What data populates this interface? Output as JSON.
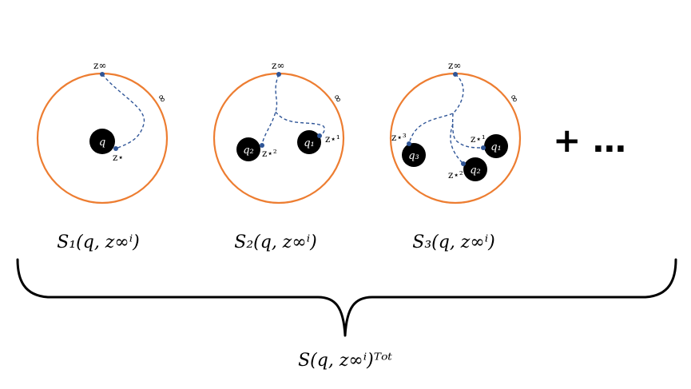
{
  "diagram": {
    "infinity_symbol": "∞",
    "continuation": "+ …",
    "total_label": "S(q, z∞ⁱ)ᵀᵒᵗ",
    "panels": [
      {
        "caption": "S₁(q, z∞ⁱ)",
        "top_point_label": "z∞",
        "infinity_label": "∞",
        "charges": [
          {
            "label": "q",
            "endpoint_label": "z⋆"
          }
        ]
      },
      {
        "caption": "S₂(q, z∞ⁱ)",
        "top_point_label": "z∞",
        "infinity_label": "∞",
        "charges": [
          {
            "label": "q₂",
            "endpoint_label": "z⋆²"
          },
          {
            "label": "q₁",
            "endpoint_label": "z⋆¹"
          }
        ]
      },
      {
        "caption": "S₃(q, z∞ⁱ)",
        "top_point_label": "z∞",
        "infinity_label": "∞",
        "charges": [
          {
            "label": "q₃",
            "endpoint_label": "z⋆³"
          },
          {
            "label": "q₁",
            "endpoint_label": "z⋆¹"
          },
          {
            "label": "q₂",
            "endpoint_label": "z⋆²"
          }
        ]
      }
    ]
  },
  "colors": {
    "disk_outline": "#ED7D31",
    "path_dashes": "#2F5597",
    "charge_fill": "#000000"
  }
}
